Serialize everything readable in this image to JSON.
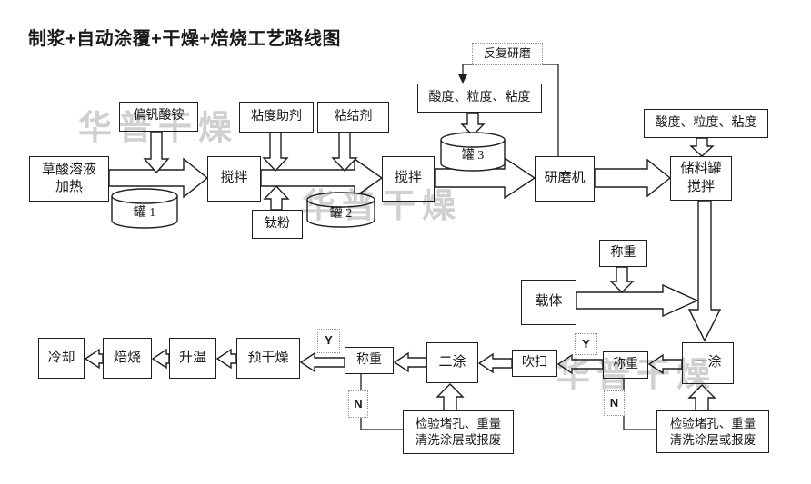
{
  "title": "制浆+自动涂覆+干燥+焙烧工艺路线图",
  "watermark": {
    "text": "华普干燥",
    "color": "#d0d0d0"
  },
  "nodes": {
    "oxalic": {
      "label": "草酸溶液\n加热"
    },
    "ammonium": {
      "label": "偏钒酸铵"
    },
    "stir1": {
      "label": "搅拌"
    },
    "viscosity_aid": {
      "label": "粘度助剂"
    },
    "binder": {
      "label": "粘结剂"
    },
    "ti_powder": {
      "label": "钛粉"
    },
    "stir2": {
      "label": "搅拌"
    },
    "quality1": {
      "label": "酸度、粒度、粘度"
    },
    "regrind": {
      "label": "反复研磨"
    },
    "mill": {
      "label": "研磨机"
    },
    "quality2": {
      "label": "酸度、粒度、粘度"
    },
    "storage": {
      "label": "储料罐\n搅拌"
    },
    "weigh_top": {
      "label": "称重"
    },
    "carrier": {
      "label": "载体"
    },
    "coat1": {
      "label": "一涂"
    },
    "weigh_right": {
      "label": "称重"
    },
    "y_right": {
      "label": "Y"
    },
    "n_right": {
      "label": "N"
    },
    "inspect_right": {
      "label": "检验堵孔、重量\n清洗涂层或报废"
    },
    "purge": {
      "label": "吹扫"
    },
    "coat2": {
      "label": "二涂"
    },
    "weigh_left": {
      "label": "称重"
    },
    "y_left": {
      "label": "Y"
    },
    "n_left": {
      "label": "N"
    },
    "inspect_left": {
      "label": "检验堵孔、重量\n清洗涂层或报废"
    },
    "predry": {
      "label": "预干燥"
    },
    "heat_up": {
      "label": "升温"
    },
    "roast": {
      "label": "焙烧"
    },
    "cool": {
      "label": "冷却"
    },
    "tank1": {
      "label": "罐 1"
    },
    "tank2": {
      "label": "罐 2"
    },
    "tank3": {
      "label": "罐 3"
    }
  }
}
